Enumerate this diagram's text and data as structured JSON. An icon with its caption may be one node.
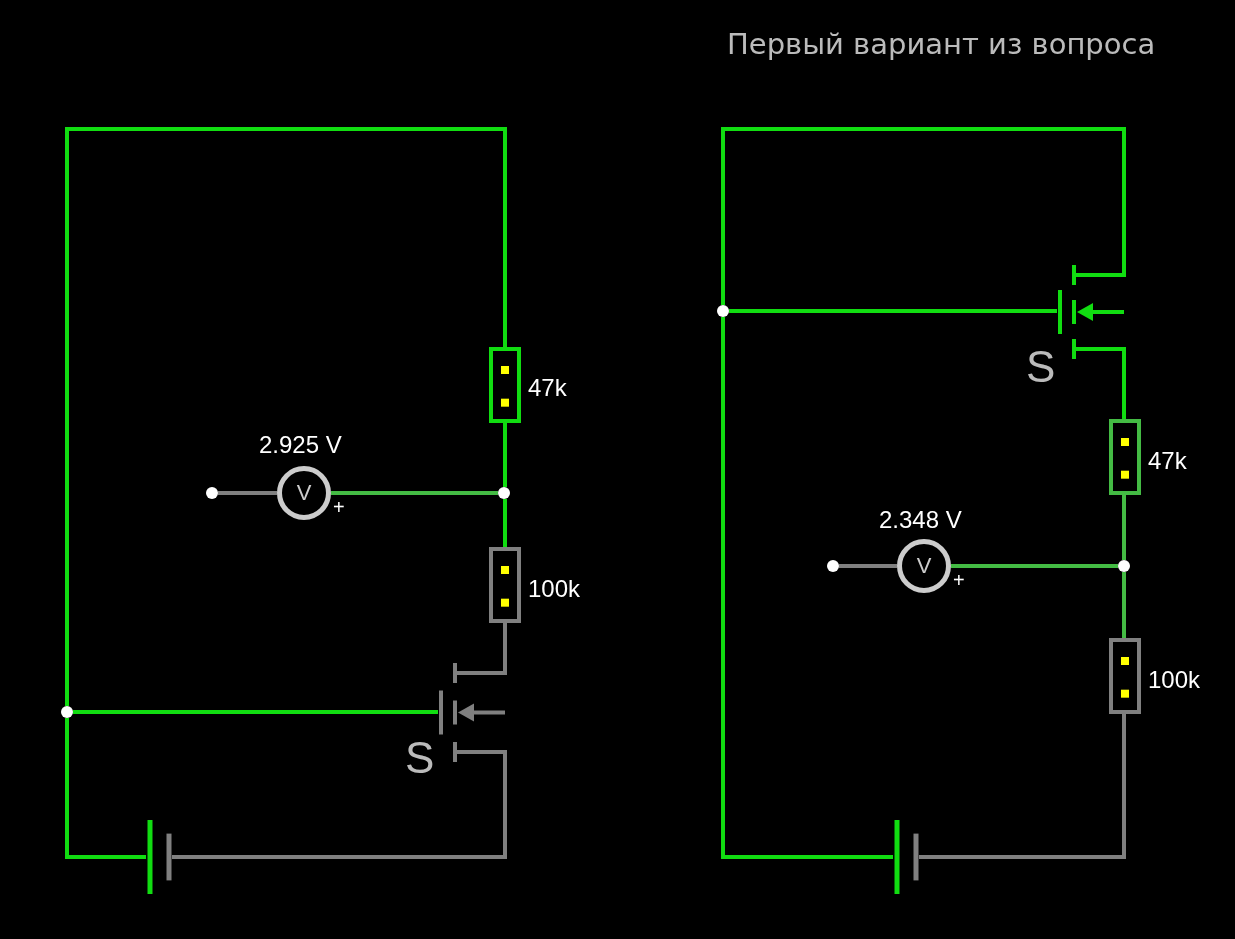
{
  "diagram": {
    "title": "Первый вариант из вопроса",
    "nodes": [
      {
        "text": [],
        "shape": "box",
        "beside": [
          "47k"
        ]
      },
      {
        "text": [],
        "shape": "circle"
      },
      {
        "text": [
          "V"
        ],
        "beside": [
          "2.925 V",
          "+"
        ]
      },
      {
        "text": [],
        "shape": "circle"
      },
      {
        "text": [],
        "shape": "box",
        "beside": [
          "100k"
        ]
      },
      {
        "text": [],
        "shape": "picture",
        "beside": [
          "S"
        ]
      },
      {
        "text": [],
        "shape": "circle"
      },
      {
        "text": [],
        "shape": "picture"
      },
      {
        "text": [],
        "shape": "picture",
        "beside": [
          "S"
        ]
      },
      {
        "text": [],
        "shape": "circle"
      },
      {
        "text": [],
        "shape": "box",
        "beside": [
          "47k"
        ]
      },
      {
        "text": [],
        "shape": "circle"
      },
      {
        "text": [
          "V"
        ],
        "beside": [
          "2.348 V",
          "+"
        ]
      },
      {
        "text": [],
        "shape": "circle"
      },
      {
        "text": [],
        "shape": "box",
        "beside": [
          "100k"
        ]
      },
      {
        "text": [],
        "shape": "picture"
      }
    ],
    "edges": [
      {
        "from": 7,
        "to": 6,
        "arrow": "none"
      },
      {
        "from": 6,
        "to": 0,
        "arrow": "none"
      },
      {
        "from": 0,
        "to": 1,
        "arrow": "none"
      },
      {
        "from": 1,
        "to": 4,
        "arrow": "none"
      },
      {
        "from": 2,
        "to": 1,
        "arrow": "none",
        "color": "#44bb44"
      },
      {
        "from": 3,
        "to": 2,
        "arrow": "none",
        "color": "#808080"
      },
      {
        "from": 4,
        "to": 5,
        "arrow": "none",
        "color": "#808080"
      },
      {
        "from": 6,
        "to": 5,
        "arrow": "none"
      },
      {
        "from": 5,
        "to": 7,
        "arrow": "none",
        "color": "#808080"
      },
      {
        "from": 9,
        "to": 8,
        "arrow": "none"
      },
      {
        "from": 9,
        "to": 8,
        "arrow": "none"
      },
      {
        "from": 8,
        "to": 10,
        "arrow": "none"
      },
      {
        "from": 10,
        "to": 11,
        "arrow": "none",
        "color": "#44bb44"
      },
      {
        "from": 11,
        "to": 14,
        "arrow": "none",
        "color": "#44bb44"
      },
      {
        "from": 12,
        "to": 11,
        "arrow": "none",
        "color": "#44bb44"
      },
      {
        "from": 13,
        "to": 12,
        "arrow": "none",
        "color": "#808080"
      },
      {
        "from": 14,
        "to": 15,
        "arrow": "none",
        "color": "#808080"
      },
      {
        "from": 15,
        "to": 9,
        "arrow": "none"
      }
    ]
  }
}
